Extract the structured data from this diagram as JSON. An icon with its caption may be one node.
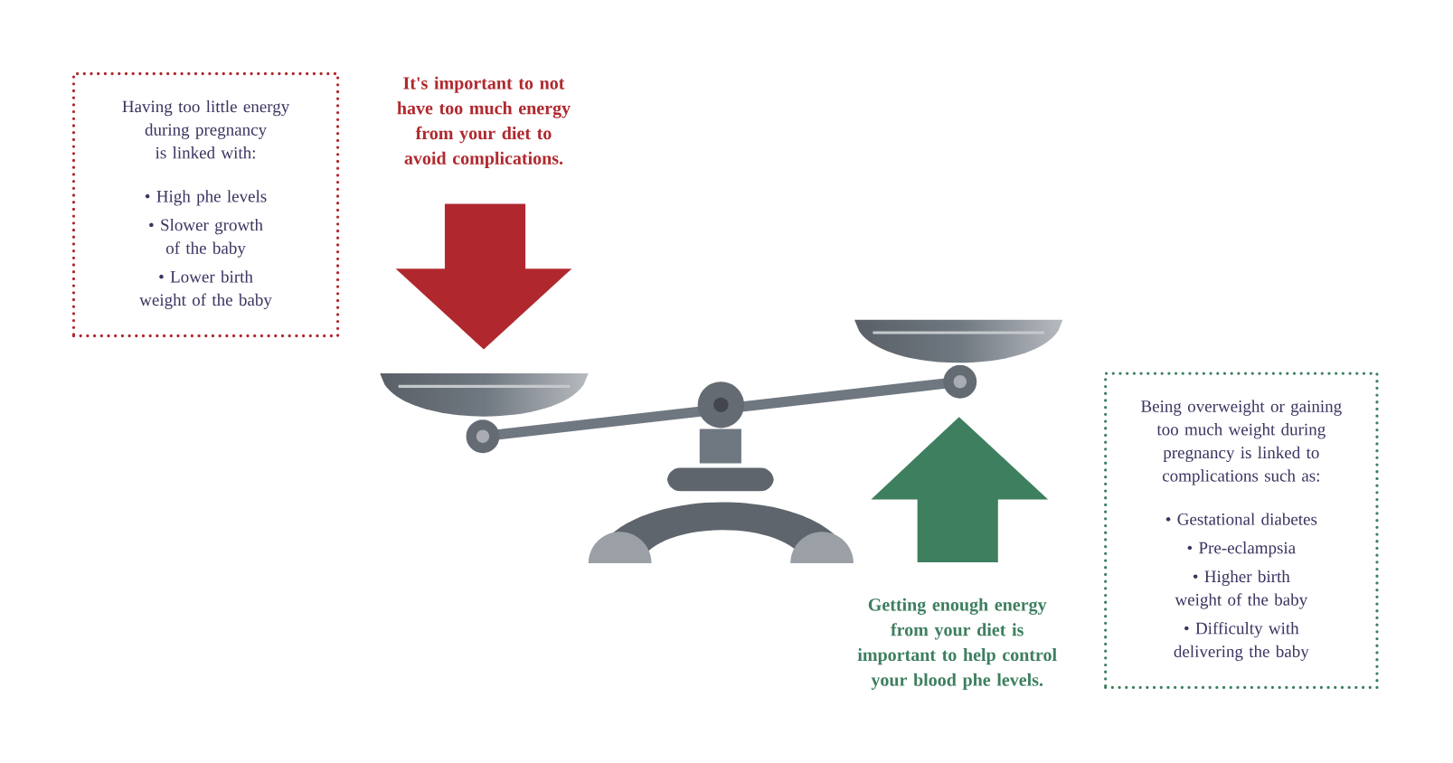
{
  "diagram": {
    "nodes": [
      {
        "text": [
          "Having too little energy during pregnancy is linked with:",
          "• High phe levels",
          "• Slower growth of the baby",
          "• Lower birth weight of the baby"
        ]
      },
      {
        "text": [
          "Being overweight or gaining too much weight during pregnancy is linked to complications such as:",
          "• Gestational diabetes",
          "• Pre-eclampsia",
          "• Higher birth weight of the baby",
          "• Difficulty with delivering the baby"
        ]
      }
    ],
    "labels": [
      "It's important to not have too much energy from your diet to avoid complications.",
      "Getting enough energy from your diet is important to help control your blood phe levels."
    ]
  }
}
